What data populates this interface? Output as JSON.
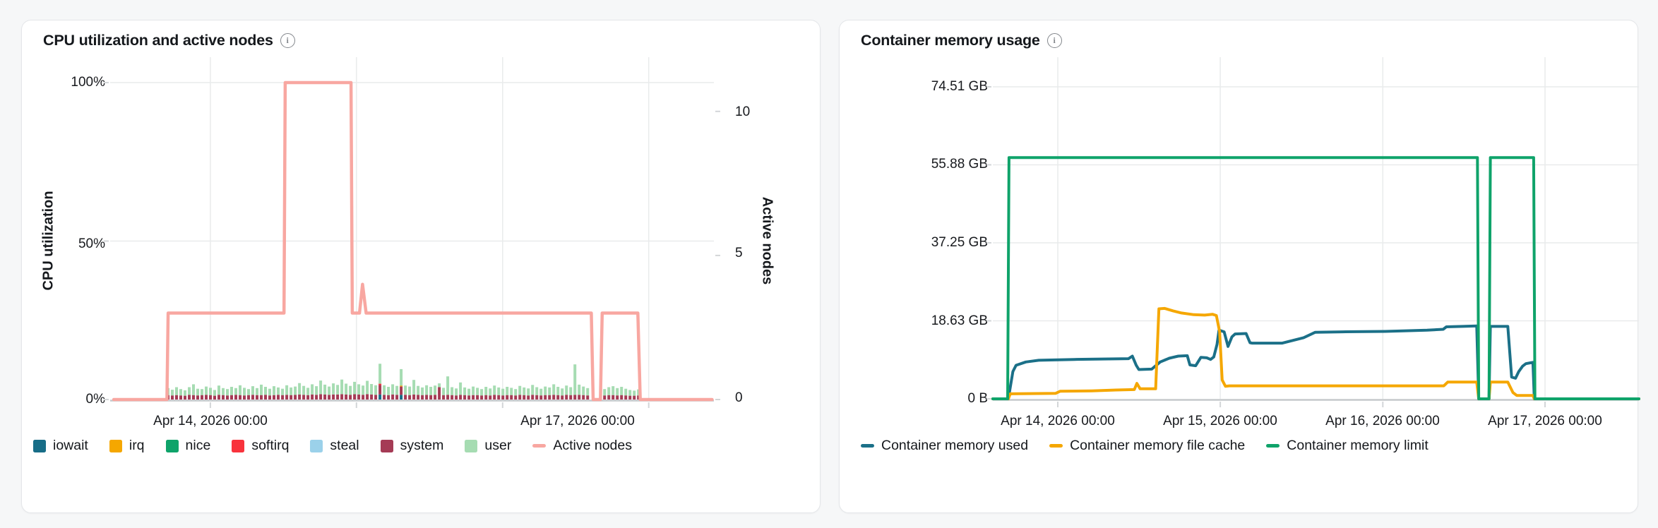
{
  "ui": {
    "info_glyph": "i"
  },
  "chart_data": [
    {
      "type": "bar+line",
      "title": "CPU utilization and active nodes",
      "y_axis": {
        "title": "CPU utilization",
        "unit": "%",
        "tick_labels": [
          "100%",
          "50%",
          "0%"
        ],
        "tick_values": [
          100,
          50,
          0
        ]
      },
      "y2_axis": {
        "title": "Active nodes",
        "tick_labels": [
          "10",
          "5",
          "0"
        ],
        "tick_values": [
          10,
          5,
          0
        ],
        "max": 11
      },
      "x_axis": {
        "tick_fracs": [
          0.166,
          0.408,
          0.65,
          0.892
        ],
        "labels": [
          "Apr 14, 2026 00:00",
          "Apr 17, 2026 00:00"
        ],
        "label_fracs": [
          0.166,
          0.774
        ]
      },
      "legend": [
        {
          "label": "iowait",
          "color": "#176d87",
          "marker": "square"
        },
        {
          "label": "irq",
          "color": "#f5a700",
          "marker": "square"
        },
        {
          "label": "nice",
          "color": "#0fa36a",
          "marker": "square"
        },
        {
          "label": "softirq",
          "color": "#f8333c",
          "marker": "square"
        },
        {
          "label": "steal",
          "color": "#9bd1ea",
          "marker": "square"
        },
        {
          "label": "system",
          "color": "#a53b55",
          "marker": "square"
        },
        {
          "label": "user",
          "color": "#a6dcb2",
          "marker": "square"
        },
        {
          "label": "Active nodes",
          "color": "#f8a7a1",
          "marker": "line"
        }
      ],
      "bars": {
        "unit": "%",
        "start_frac": 0.0959,
        "pitch_frac": 0.00702,
        "stack_order": [
          "iowait",
          "system",
          "softirq",
          "irq",
          "user"
        ],
        "entry_format": [
          "user",
          "system",
          "iowait",
          "softirq",
          "irq"
        ],
        "values": [
          [
            2.2,
            1.4
          ],
          [
            1.8,
            1.3
          ],
          [
            2.5,
            1.4
          ],
          [
            2.0,
            1.3
          ],
          [
            1.7,
            1.2
          ],
          [
            2.4,
            1.5
          ],
          [
            3.4,
            1.4
          ],
          [
            2.1,
            1.3
          ],
          [
            1.9,
            1.4
          ],
          [
            2.6,
            1.5
          ],
          [
            2.3,
            1.4
          ],
          [
            1.8,
            1.2
          ],
          [
            2.9,
            1.5
          ],
          [
            2.2,
            1.4
          ],
          [
            2.0,
            1.3
          ],
          [
            2.6,
            1.4
          ],
          [
            2.1,
            1.5
          ],
          [
            3.1,
            1.4
          ],
          [
            2.4,
            1.3
          ],
          [
            1.9,
            1.4
          ],
          [
            2.7,
            1.5
          ],
          [
            2.2,
            1.4
          ],
          [
            3.3,
            1.4
          ],
          [
            2.5,
            1.5
          ],
          [
            2.1,
            1.3
          ],
          [
            2.8,
            1.4
          ],
          [
            2.3,
            1.5
          ],
          [
            2.0,
            1.4
          ],
          [
            3.0,
            1.5
          ],
          [
            2.4,
            1.4
          ],
          [
            2.6,
            1.5
          ],
          [
            3.6,
            1.6
          ],
          [
            2.8,
            1.5
          ],
          [
            2.3,
            1.4
          ],
          [
            3.2,
            1.6
          ],
          [
            2.7,
            1.5
          ],
          [
            4.3,
            1.7
          ],
          [
            3.1,
            1.6
          ],
          [
            2.6,
            1.5
          ],
          [
            3.5,
            1.6
          ],
          [
            3.0,
            1.6
          ],
          [
            4.6,
            1.7
          ],
          [
            3.4,
            1.6
          ],
          [
            2.8,
            1.5
          ],
          [
            3.9,
            1.7
          ],
          [
            3.2,
            1.6
          ],
          [
            2.9,
            1.5
          ],
          [
            4.2,
            1.7
          ],
          [
            3.3,
            1.6
          ],
          [
            3.0,
            1.5
          ],
          [
            6.3,
            3.0,
            1.6,
            0.4,
            0
          ],
          [
            3.0,
            1.5
          ],
          [
            2.6,
            1.4
          ],
          [
            3.2,
            1.6
          ],
          [
            2.8,
            1.5
          ],
          [
            5.2,
            2.6,
            1.5,
            0,
            0.3
          ],
          [
            2.9,
            1.5
          ],
          [
            2.7,
            1.4
          ],
          [
            4.6,
            1.6
          ],
          [
            2.8,
            1.5
          ],
          [
            2.4,
            1.4
          ],
          [
            3.0,
            1.5
          ],
          [
            2.6,
            1.4
          ],
          [
            2.9,
            1.5
          ],
          [
            1.2,
            3.9
          ],
          [
            2.3,
            1.4
          ],
          [
            5.8,
            1.5
          ],
          [
            2.5,
            1.4
          ],
          [
            2.2,
            1.3
          ],
          [
            3.9,
            1.5
          ],
          [
            2.4,
            1.4
          ],
          [
            2.1,
            1.3
          ],
          [
            2.7,
            1.4
          ],
          [
            2.3,
            1.4
          ],
          [
            2.0,
            1.3
          ],
          [
            2.6,
            1.4
          ],
          [
            2.2,
            1.3
          ],
          [
            2.9,
            1.5
          ],
          [
            2.4,
            1.4
          ],
          [
            2.1,
            1.3
          ],
          [
            2.6,
            1.4
          ],
          [
            2.3,
            1.4
          ],
          [
            2.0,
            1.3
          ],
          [
            2.8,
            1.5
          ],
          [
            2.4,
            1.4
          ],
          [
            2.2,
            1.3
          ],
          [
            3.1,
            1.5
          ],
          [
            2.5,
            1.4
          ],
          [
            2.1,
            1.3
          ],
          [
            2.7,
            1.4
          ],
          [
            2.4,
            1.4
          ],
          [
            3.3,
            1.5
          ],
          [
            2.6,
            1.4
          ],
          [
            2.2,
            1.3
          ],
          [
            2.9,
            1.5
          ],
          [
            2.5,
            1.4
          ],
          [
            9.6,
            1.5
          ],
          [
            3.2,
            1.5
          ],
          [
            2.7,
            1.4
          ],
          [
            2.3,
            1.3
          ],
          null,
          null,
          null,
          [
            2.0,
            1.3
          ],
          [
            2.5,
            1.4
          ],
          [
            2.8,
            1.4
          ],
          [
            2.3,
            1.3
          ],
          [
            2.6,
            1.4
          ],
          [
            2.1,
            1.3
          ],
          [
            1.8,
            1.2
          ],
          [
            1.6,
            1.2
          ],
          [
            1.9,
            1.3
          ]
        ]
      },
      "active_nodes_line": {
        "name": "Active nodes",
        "color": "#f8a7a1",
        "unit": "nodes",
        "points": [
          [
            0.006,
            0
          ],
          [
            0.094,
            0
          ],
          [
            0.096,
            3
          ],
          [
            0.288,
            3
          ],
          [
            0.29,
            11
          ],
          [
            0.399,
            11
          ],
          [
            0.401,
            3
          ],
          [
            0.413,
            3
          ],
          [
            0.418,
            4
          ],
          [
            0.424,
            3
          ],
          [
            0.797,
            3
          ],
          [
            0.8,
            0
          ],
          [
            0.812,
            0
          ],
          [
            0.815,
            3
          ],
          [
            0.874,
            3
          ],
          [
            0.878,
            0
          ],
          [
            0.997,
            0
          ]
        ]
      }
    },
    {
      "type": "line",
      "title": "Container memory usage",
      "y_axis": {
        "unit": "GB",
        "tick_labels": [
          "74.51 GB",
          "55.88 GB",
          "37.25 GB",
          "18.63 GB",
          "0 B"
        ],
        "tick_values": [
          74.51,
          55.88,
          37.25,
          18.63,
          0
        ]
      },
      "x_axis": {
        "tick_fracs": [
          0.1005,
          0.352,
          0.6036,
          0.8546
        ],
        "labels": [
          "Apr 14, 2026 00:00",
          "Apr 15, 2026 00:00",
          "Apr 16, 2026 00:00",
          "Apr 17, 2026 00:00"
        ]
      },
      "series": [
        {
          "name": "Container memory used",
          "color": "#1b7088",
          "points": [
            [
              0,
              0
            ],
            [
              0.024,
              0
            ],
            [
              0.031,
              6.5
            ],
            [
              0.036,
              8.0
            ],
            [
              0.051,
              8.8
            ],
            [
              0.071,
              9.2
            ],
            [
              0.126,
              9.4
            ],
            [
              0.169,
              9.5
            ],
            [
              0.21,
              9.6
            ],
            [
              0.216,
              10.2
            ],
            [
              0.222,
              8.0
            ],
            [
              0.226,
              7.0
            ],
            [
              0.246,
              7.1
            ],
            [
              0.259,
              8.8
            ],
            [
              0.273,
              9.7
            ],
            [
              0.287,
              10.2
            ],
            [
              0.301,
              10.3
            ],
            [
              0.305,
              8.1
            ],
            [
              0.314,
              7.9
            ],
            [
              0.322,
              9.9
            ],
            [
              0.331,
              9.8
            ],
            [
              0.337,
              9.4
            ],
            [
              0.342,
              10.0
            ],
            [
              0.347,
              13.0
            ],
            [
              0.35,
              16.4
            ],
            [
              0.358,
              16.0
            ],
            [
              0.364,
              12.5
            ],
            [
              0.37,
              14.8
            ],
            [
              0.375,
              15.5
            ],
            [
              0.392,
              15.6
            ],
            [
              0.398,
              13.4
            ],
            [
              0.401,
              13.3
            ],
            [
              0.448,
              13.3
            ],
            [
              0.481,
              14.6
            ],
            [
              0.499,
              15.9
            ],
            [
              0.541,
              16.0
            ],
            [
              0.607,
              16.1
            ],
            [
              0.672,
              16.4
            ],
            [
              0.697,
              16.6
            ],
            [
              0.702,
              17.2
            ],
            [
              0.727,
              17.3
            ],
            [
              0.749,
              17.4
            ],
            [
              0.752,
              0
            ],
            [
              0.768,
              0
            ],
            [
              0.77,
              17.3
            ],
            [
              0.797,
              17.3
            ],
            [
              0.803,
              5.2
            ],
            [
              0.809,
              4.9
            ],
            [
              0.814,
              6.5
            ],
            [
              0.82,
              7.8
            ],
            [
              0.825,
              8.4
            ],
            [
              0.832,
              8.6
            ],
            [
              0.836,
              8.7
            ],
            [
              0.838,
              0
            ],
            [
              1,
              0
            ]
          ]
        },
        {
          "name": "Container memory file cache",
          "color": "#f5a700",
          "points": [
            [
              0,
              0
            ],
            [
              0.024,
              0
            ],
            [
              0.027,
              1.2
            ],
            [
              0.097,
              1.3
            ],
            [
              0.104,
              1.8
            ],
            [
              0.153,
              1.9
            ],
            [
              0.191,
              2.1
            ],
            [
              0.219,
              2.2
            ],
            [
              0.223,
              3.7
            ],
            [
              0.228,
              2.4
            ],
            [
              0.252,
              2.4
            ],
            [
              0.257,
              21.5
            ],
            [
              0.266,
              21.6
            ],
            [
              0.279,
              21.0
            ],
            [
              0.292,
              20.5
            ],
            [
              0.311,
              20.1
            ],
            [
              0.328,
              20.0
            ],
            [
              0.34,
              20.2
            ],
            [
              0.346,
              19.9
            ],
            [
              0.351,
              16.0
            ],
            [
              0.355,
              4.5
            ],
            [
              0.36,
              3.0
            ],
            [
              0.366,
              3.1
            ],
            [
              0.698,
              3.1
            ],
            [
              0.704,
              4.0
            ],
            [
              0.749,
              4.0
            ],
            [
              0.752,
              0
            ],
            [
              0.768,
              0
            ],
            [
              0.77,
              4.0
            ],
            [
              0.797,
              4.0
            ],
            [
              0.805,
              1.5
            ],
            [
              0.811,
              0.8
            ],
            [
              0.836,
              0.8
            ],
            [
              0.838,
              0
            ],
            [
              1,
              0
            ]
          ]
        },
        {
          "name": "Container memory limit",
          "color": "#0fa36a",
          "points": [
            [
              0,
              0
            ],
            [
              0.023,
              0
            ],
            [
              0.025,
              57.6
            ],
            [
              0.75,
              57.6
            ],
            [
              0.752,
              0
            ],
            [
              0.768,
              0
            ],
            [
              0.77,
              57.6
            ],
            [
              0.837,
              57.6
            ],
            [
              0.839,
              0
            ],
            [
              1,
              0
            ]
          ]
        }
      ]
    }
  ]
}
